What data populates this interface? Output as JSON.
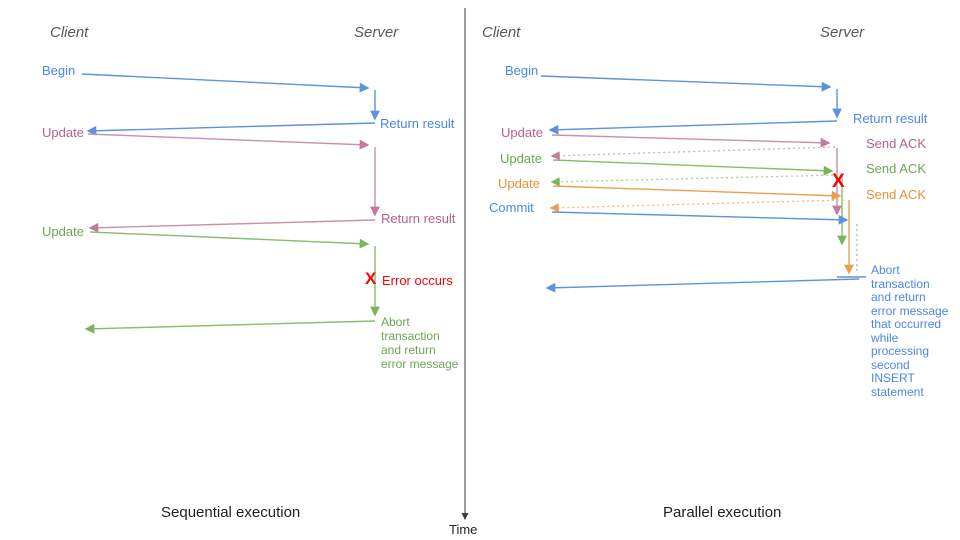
{
  "colors": {
    "blue": "#4a86e8",
    "pink": "#c27ba0",
    "green": "#6aa84f",
    "orange": "#e69138",
    "red": "#ff0000"
  },
  "divider": {
    "time_label": "Time"
  },
  "left": {
    "caption": "Sequential execution",
    "client": "Client",
    "server": "Server",
    "begin": "Begin",
    "return_result_1": "Return result",
    "update_1": "Update",
    "return_result_2": "Return result",
    "update_2": "Update",
    "error_marker": "X",
    "error_label": "Error occurs",
    "abort_note": "Abort\ntransaction\nand return\nerror message"
  },
  "right": {
    "caption": "Parallel execution",
    "client": "Client",
    "server": "Server",
    "begin": "Begin",
    "return_result": "Return result",
    "update_1": "Update",
    "send_ack_1": "Send ACK",
    "update_2": "Update",
    "send_ack_2": "Send ACK",
    "update_3": "Update",
    "send_ack_3": "Send ACK",
    "commit": "Commit",
    "error_marker": "X",
    "abort_note": "Abort\ntransaction\nand return\nerror message\nthat occurred\nwhile\nprocessing\nsecond\nINSERT\nstatement"
  }
}
